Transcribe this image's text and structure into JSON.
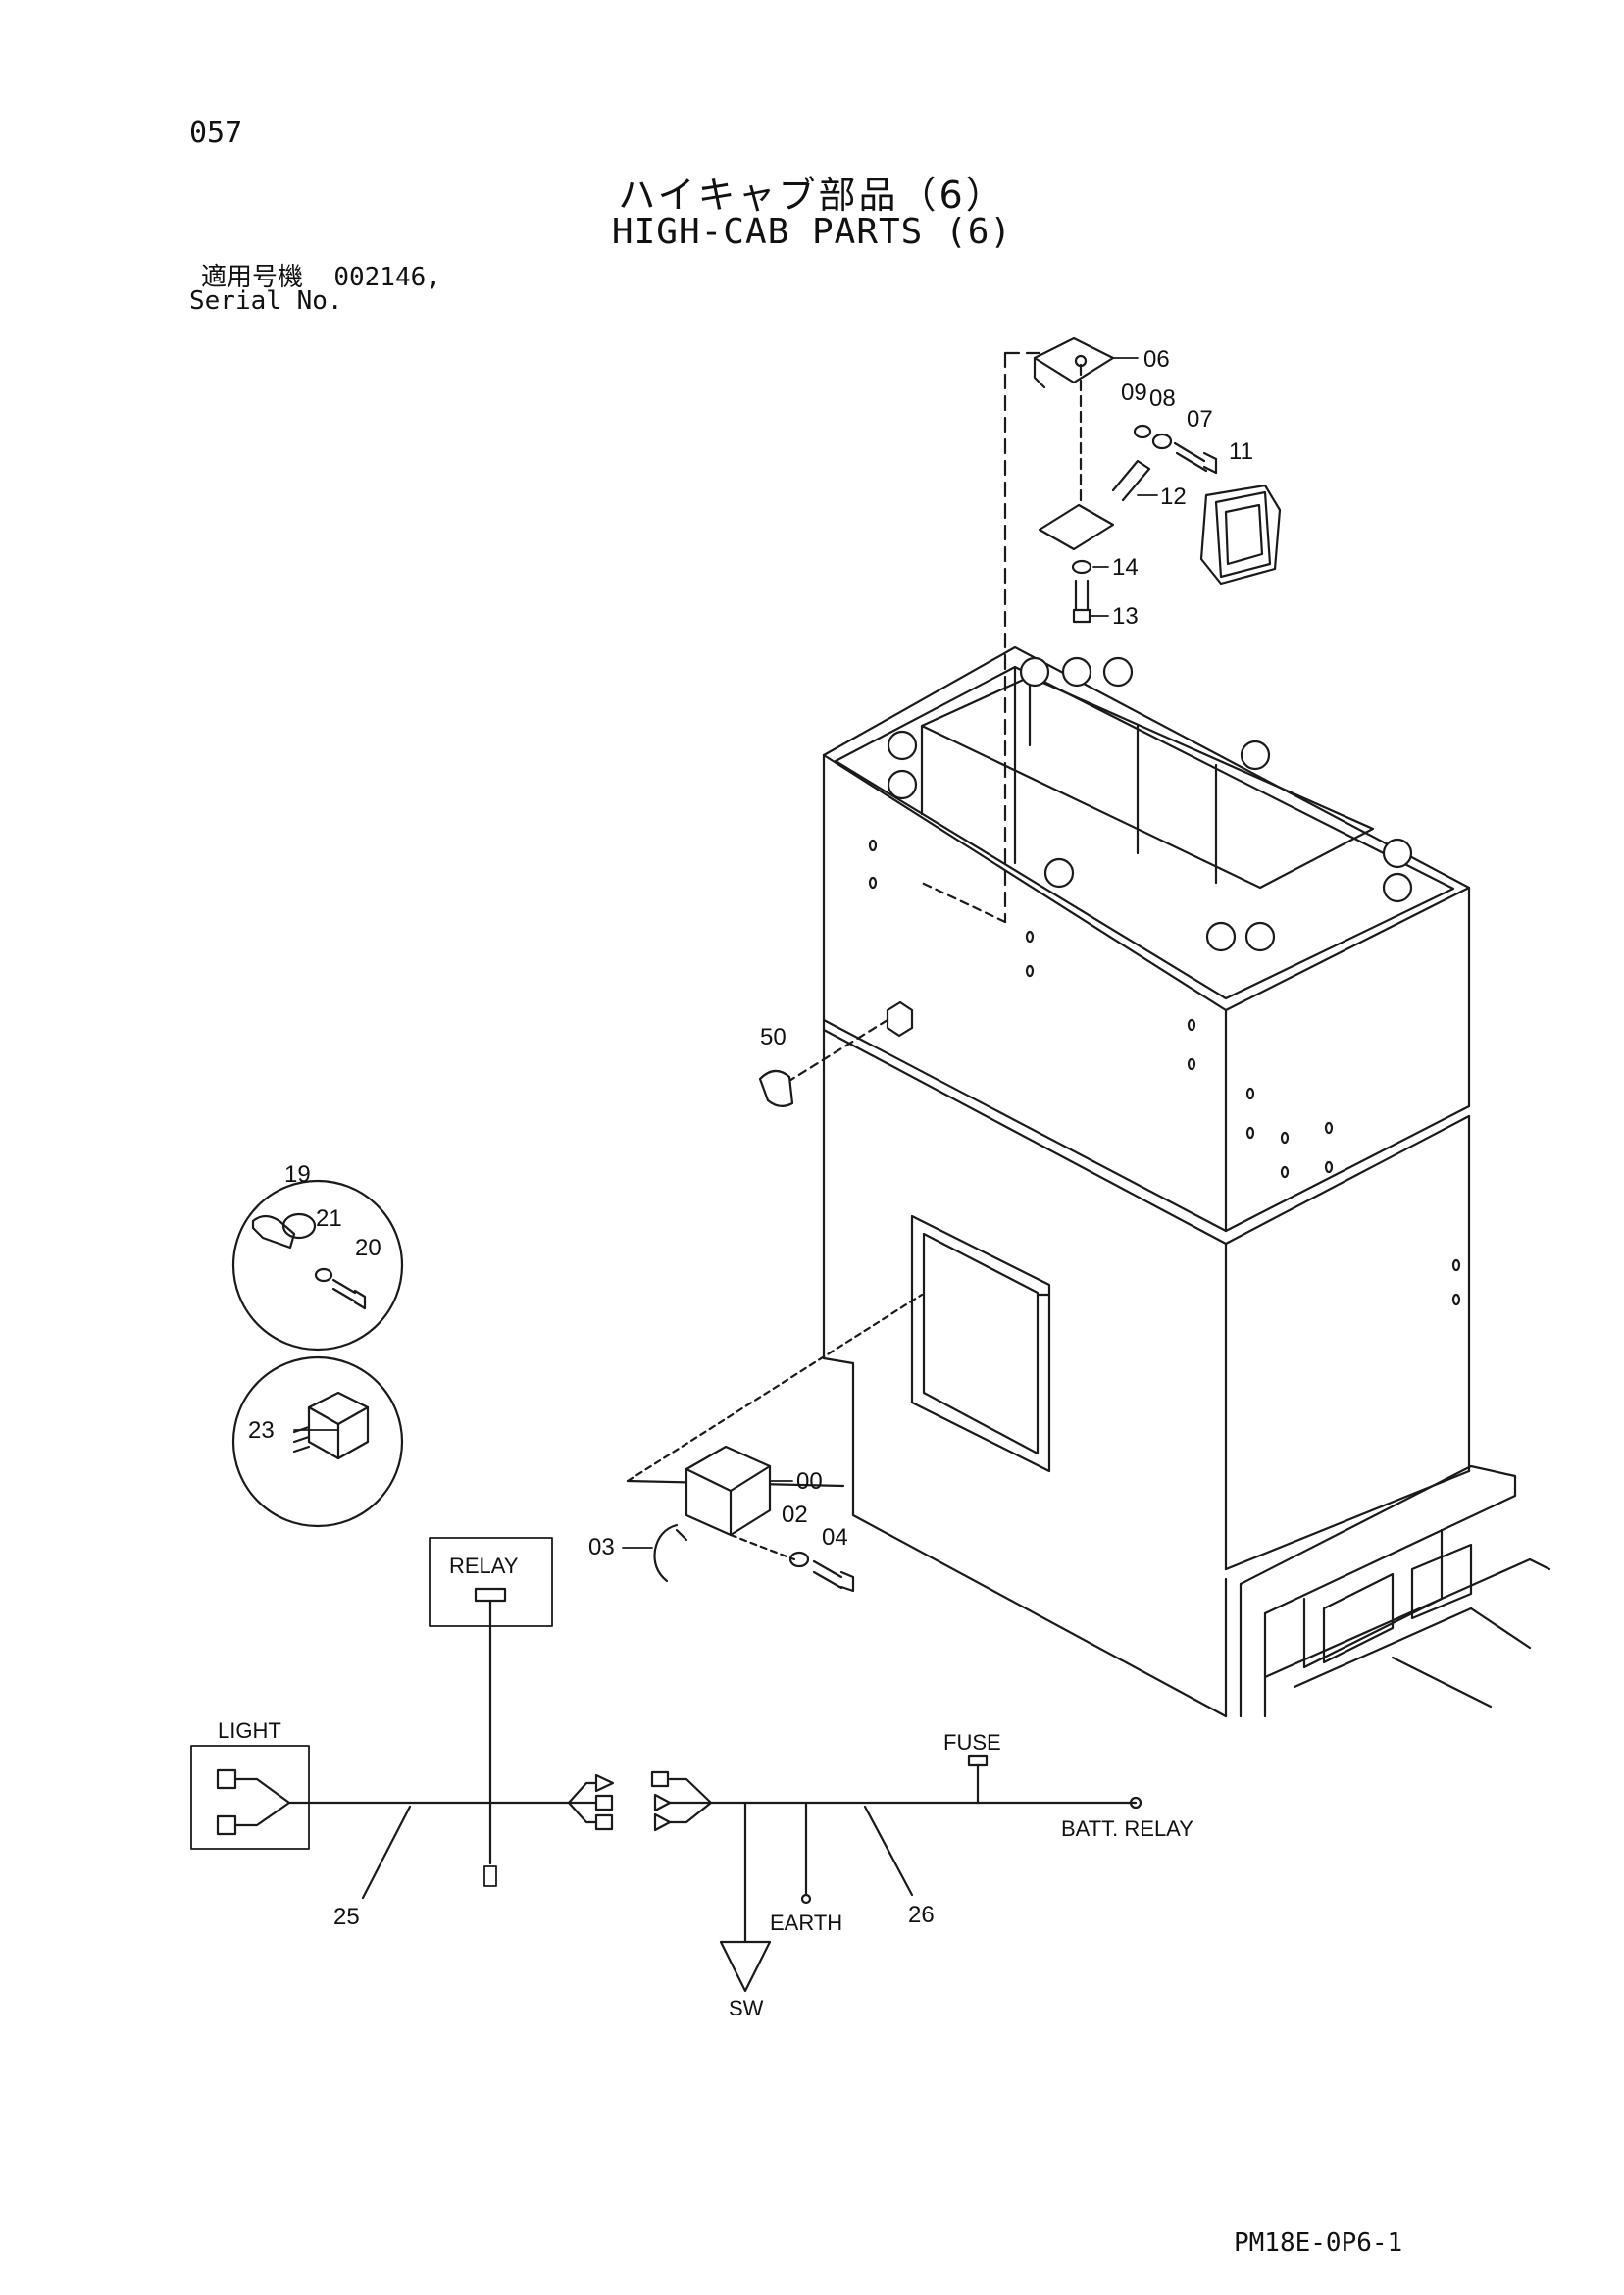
{
  "page_number": "057",
  "title_jp": "ハイキャブ部品（6）",
  "title_en": "HIGH-CAB PARTS (6)",
  "serial_label_jp": "適用号機",
  "serial_value": "002146,",
  "serial_label_en": "Serial No.",
  "doc_code": "PM18E-0P6-1",
  "callouts": {
    "p06": "06",
    "p09": "09",
    "p08": "08",
    "p07": "07",
    "p11": "11",
    "p12": "12",
    "p14": "14",
    "p13": "13",
    "p50": "50",
    "p19": "19",
    "p21": "21",
    "p20": "20",
    "p23": "23",
    "p00": "00",
    "p02": "02",
    "p04": "04",
    "p03": "03",
    "p25": "25",
    "p26": "26"
  },
  "wiring": {
    "relay": "RELAY",
    "light": "LIGHT",
    "fuse": "FUSE",
    "batt_relay": "BATT. RELAY",
    "earth": "EARTH",
    "sw": "SW"
  }
}
